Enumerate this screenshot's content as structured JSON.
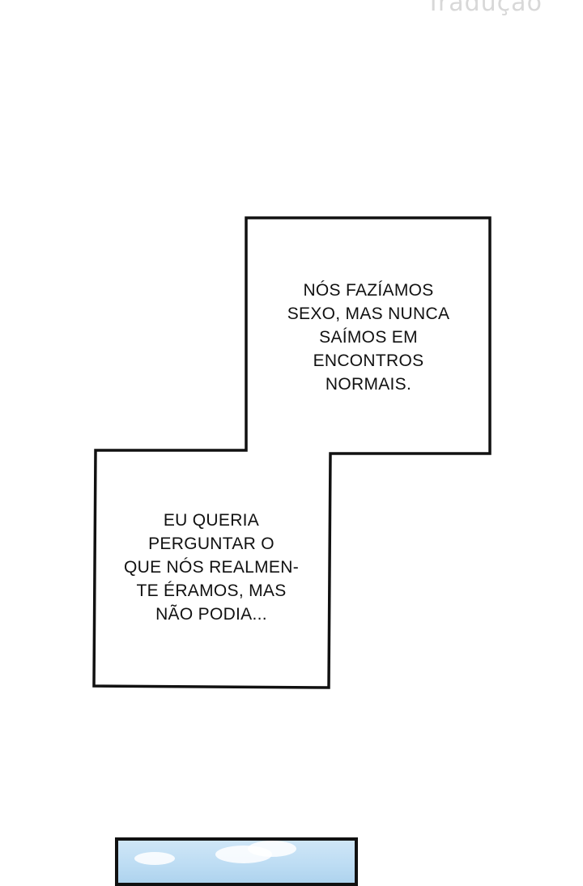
{
  "watermark": "Tradução",
  "caption_top": "NÓS FAZÍAMOS\nSEXO, MAS NUNCA\nSAÍMOS EM\nENCONTROS\nNORMAIS.",
  "caption_bottom": "EU QUERIA\nPERGUNTAR O\nQUE NÓS REALMEN-\nTE ÉRAMOS, MAS\nNÃO PODIA..."
}
